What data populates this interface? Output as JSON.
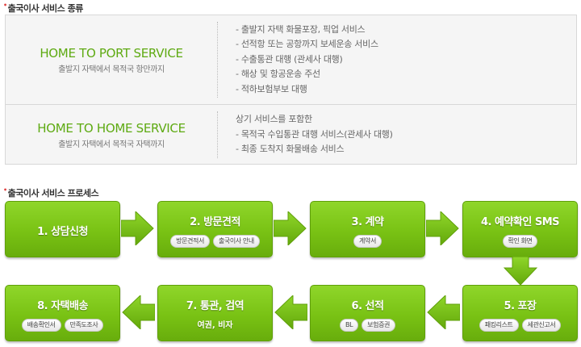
{
  "section1": {
    "title": "출국이사 서비스 종류"
  },
  "services": [
    {
      "name": "HOME TO PORT SERVICE",
      "subtitle": "출발지 자택에서 목적국 항만까지",
      "items": [
        "- 출발지 자택 화물포장, 픽업 서비스",
        "- 선적항 또는 공항까지 보세운송 서비스",
        "- 수출통관 대행 (관세사 대행)",
        "- 해상 및 항공운송 주선",
        "- 적하보험부보 대행"
      ]
    },
    {
      "name": "HOME TO HOME SERVICE",
      "subtitle": "출발지 자택에서 목적국 자택까지",
      "items": [
        "상기 서비스를 포함한",
        "- 목적국 수입통관 대행 서비스(관세사 대행)",
        "- 최종 도착지 화물배송 서비스"
      ]
    }
  ],
  "section2": {
    "title": "출국이사 서비스 프로세스"
  },
  "steps": [
    {
      "label": "1. 상담신청"
    },
    {
      "label": "2. 방문견적",
      "pills": [
        "방문견적서",
        "출국이사 안내"
      ]
    },
    {
      "label": "3. 계약",
      "pills": [
        "계약서"
      ]
    },
    {
      "label": "4. 예약확인 SMS",
      "pills": [
        "확인 화면"
      ]
    },
    {
      "label": "5. 포장",
      "pills": [
        "패킹리스트",
        "세관신고서"
      ]
    },
    {
      "label": "6. 선적",
      "pills": [
        "BL",
        "보험증권"
      ]
    },
    {
      "label": "7. 통관, 검역",
      "sub": "여권, 비자"
    },
    {
      "label": "8. 자택배송",
      "pills": [
        "배송확인서",
        "만족도조사"
      ]
    }
  ],
  "colors": {
    "accent_green": "#79c214",
    "service_green": "#5eaa12",
    "arrow_green": "#76c010"
  }
}
